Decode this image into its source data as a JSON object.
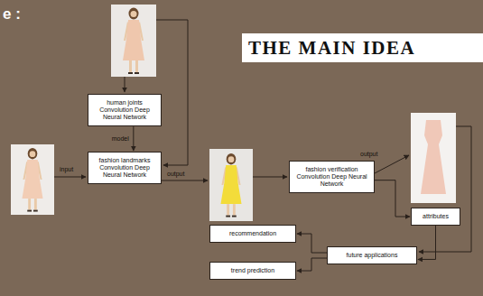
{
  "diagram": {
    "title": "THE MAIN IDEA",
    "nodes": [
      {
        "text": [
          "human joints Convolution Deep Neural Network"
        ]
      },
      {
        "text": [
          "fashion landmarks Convolution Deep Neural Network"
        ]
      },
      {
        "text": [
          "fashion verification Convolution Deep Neural Network"
        ]
      },
      {
        "text": [
          "attributes"
        ]
      },
      {
        "text": [
          "recommendation"
        ]
      },
      {
        "text": [
          "future applications"
        ]
      },
      {
        "text": [
          "trend prediction"
        ]
      }
    ],
    "edges": [
      {
        "from": 0,
        "to": 1,
        "arrow": "to",
        "label": "model"
      },
      {
        "from": 2,
        "to": 3,
        "arrow": "to"
      },
      {
        "from": 3,
        "to": 5,
        "arrow": "to"
      },
      {
        "from": 5,
        "to": 4,
        "arrow": "to"
      },
      {
        "from": 5,
        "to": 6,
        "arrow": "to"
      }
    ],
    "labels": [
      "e :",
      "input",
      "output",
      "output"
    ]
  }
}
